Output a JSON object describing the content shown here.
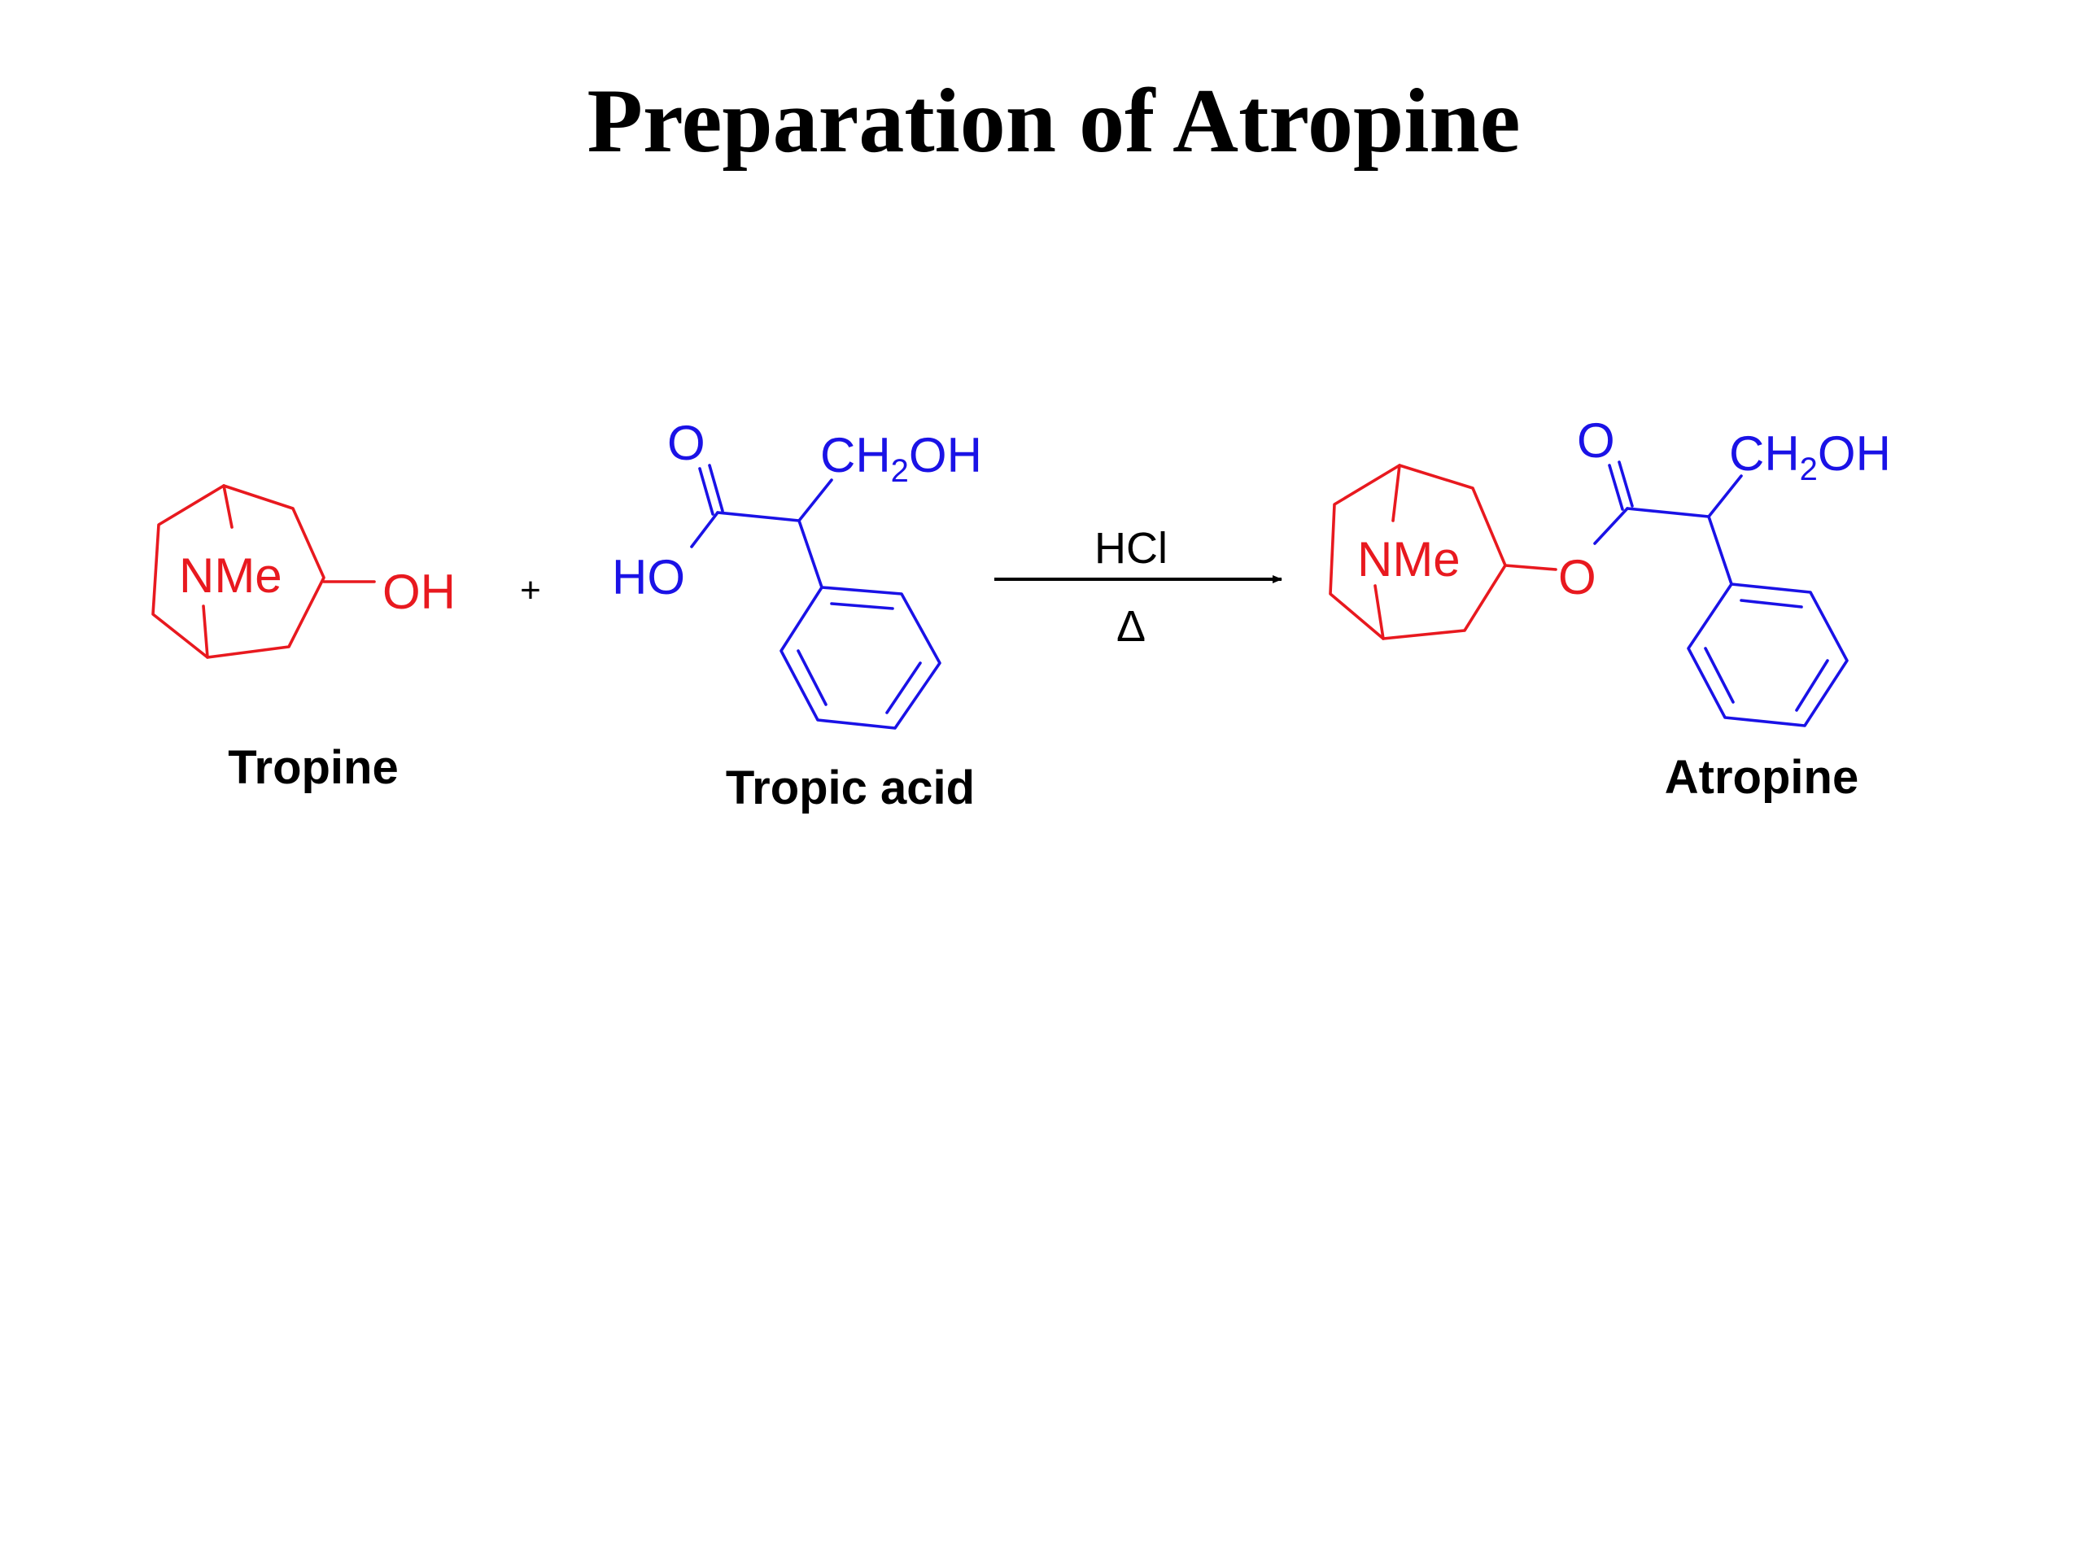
{
  "title": "Preparation of Atropine",
  "reactants": {
    "tropine": {
      "name": "Tropine",
      "atoms": {
        "n_group": "NMe",
        "hydroxyl": "OH"
      }
    },
    "tropic_acid": {
      "name": "Tropic acid",
      "atoms": {
        "carbonyl_o": "O",
        "acid_oh": "HO",
        "side_chain": "CH",
        "side_chain_sub": "2",
        "side_chain_tail": "OH"
      }
    }
  },
  "plus_sign": "+",
  "reaction": {
    "reagent": "HCl",
    "condition": "Δ"
  },
  "product": {
    "name": "Atropine",
    "atoms": {
      "n_group": "NMe",
      "ester_o": "O",
      "carbonyl_o": "O",
      "side_chain": "CH",
      "side_chain_sub": "2",
      "side_chain_tail": "OH"
    }
  },
  "colors": {
    "tropine_fragment": "#e8191f",
    "tropic_acid_fragment": "#1a12e6",
    "text": "#000000"
  }
}
